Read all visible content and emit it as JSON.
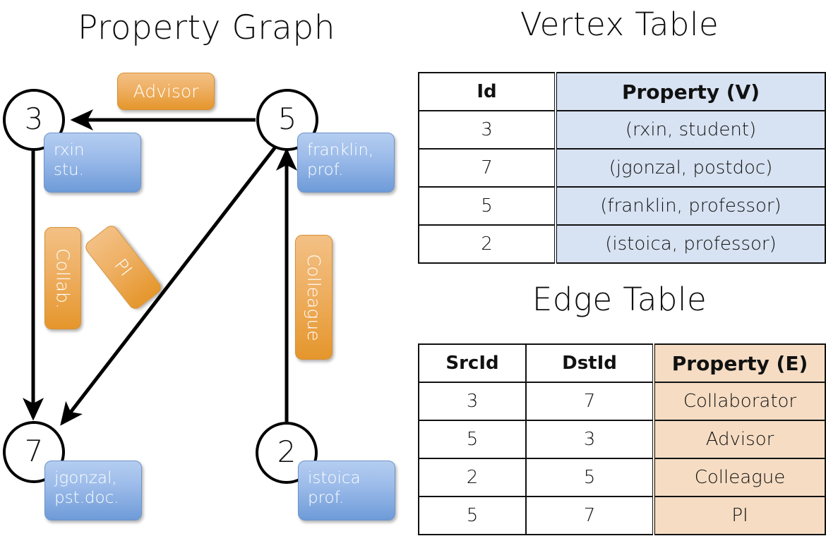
{
  "titles": {
    "property_graph": "Property Graph",
    "vertex_table": "Vertex Table",
    "edge_table": "Edge Table"
  },
  "graph": {
    "nodes": [
      {
        "id": "3",
        "property_label": [
          "rxin",
          "stu."
        ]
      },
      {
        "id": "5",
        "property_label": [
          "franklin,",
          "prof."
        ]
      },
      {
        "id": "7",
        "property_label": [
          "jgonzal,",
          "pst.doc."
        ]
      },
      {
        "id": "2",
        "property_label": [
          "istoica",
          "prof."
        ]
      }
    ],
    "edge_labels": [
      {
        "name": "advisor-label",
        "text": "Advisor"
      },
      {
        "name": "collab-label",
        "text": "Collab."
      },
      {
        "name": "pi-label",
        "text": "PI"
      },
      {
        "name": "colleague-label",
        "text": "Colleague"
      }
    ],
    "edges": [
      {
        "from": "5",
        "to": "3",
        "label": "Advisor"
      },
      {
        "from": "3",
        "to": "7",
        "label": "Collab."
      },
      {
        "from": "5",
        "to": "7",
        "label": "PI"
      },
      {
        "from": "2",
        "to": "5",
        "label": "Colleague"
      }
    ]
  },
  "vertex_table": {
    "headers": [
      "Id",
      "Property (V)"
    ],
    "rows": [
      {
        "id": "3",
        "property": "(rxin, student)"
      },
      {
        "id": "7",
        "property": "(jgonzal, postdoc)"
      },
      {
        "id": "5",
        "property": "(franklin, professor)"
      },
      {
        "id": "2",
        "property": "(istoica, professor)"
      }
    ]
  },
  "edge_table": {
    "headers": [
      "SrcId",
      "DstId",
      "Property (E)"
    ],
    "rows": [
      {
        "src": "3",
        "dst": "7",
        "property": "Collaborator"
      },
      {
        "src": "5",
        "dst": "3",
        "property": "Advisor"
      },
      {
        "src": "2",
        "dst": "5",
        "property": "Colleague"
      },
      {
        "src": "5",
        "dst": "7",
        "property": "PI"
      }
    ]
  },
  "colors": {
    "vertex_box": "#9dbcea",
    "edge_box": "#eeaf62",
    "vertex_table_fill": "#d7e2f2",
    "edge_table_fill": "#f5dcc3",
    "stroke": "#111111"
  }
}
